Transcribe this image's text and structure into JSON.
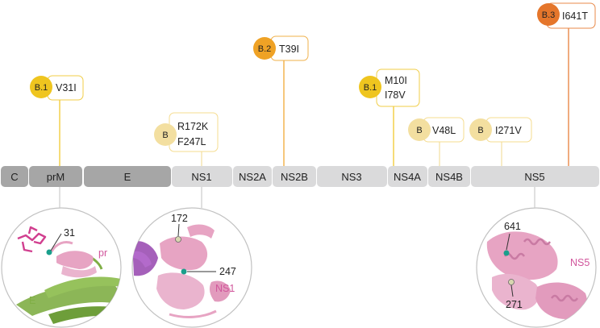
{
  "genome_segments": [
    {
      "label": "C",
      "style": "dark"
    },
    {
      "label": "prM",
      "style": "dark"
    },
    {
      "label": "E",
      "style": "dark"
    },
    {
      "label": "NS1",
      "style": "light"
    },
    {
      "label": "NS2A",
      "style": "light"
    },
    {
      "label": "NS2B",
      "style": "light"
    },
    {
      "label": "NS3",
      "style": "light"
    },
    {
      "label": "NS4A",
      "style": "light"
    },
    {
      "label": "NS4B",
      "style": "light"
    },
    {
      "label": "NS5",
      "style": "light"
    }
  ],
  "mutation_callouts": [
    {
      "badge": "B.1",
      "mutations": [
        "V31I"
      ],
      "level": "b1"
    },
    {
      "badge": "B",
      "mutations": [
        "R172K",
        "F247L"
      ],
      "level": "b"
    },
    {
      "badge": "B.2",
      "mutations": [
        "T39I"
      ],
      "level": "b2"
    },
    {
      "badge": "B.1",
      "mutations": [
        "M10I",
        "I78V"
      ],
      "level": "b1"
    },
    {
      "badge": "B",
      "mutations": [
        "V48L"
      ],
      "level": "b"
    },
    {
      "badge": "B",
      "mutations": [
        "I271V"
      ],
      "level": "b"
    },
    {
      "badge": "B.3",
      "mutations": [
        "I641T"
      ],
      "level": "b3"
    }
  ],
  "structure_panels": [
    {
      "labels": {
        "residue": "31",
        "chain_top": "pr",
        "chain_bottom": "E"
      }
    },
    {
      "labels": {
        "residue_a": "172",
        "residue_b": "247",
        "chain": "NS1"
      }
    },
    {
      "labels": {
        "residue_a": "641",
        "residue_b": "271",
        "chain": "NS5"
      }
    }
  ],
  "colors": {
    "b": "#f3dfa0",
    "b1": "#efc51f",
    "b2": "#efa225",
    "b3": "#e5762b",
    "box_border_b": "#f5dc8f",
    "box_border_b1": "#f0cd47",
    "box_border_b2": "#efb04a",
    "box_border_b3": "#e8894a",
    "segment_dark": "#a6a6a6",
    "segment_light": "#dadadb",
    "circle_outline": "#c2c2c2",
    "pink": "#e7a4c3",
    "magenta": "#d13f8f",
    "green": "#7fae45",
    "purple": "#9b4fb3",
    "teal": "#1a9f8c",
    "label_pink": "#d1569c",
    "label_green": "#7faf45"
  }
}
